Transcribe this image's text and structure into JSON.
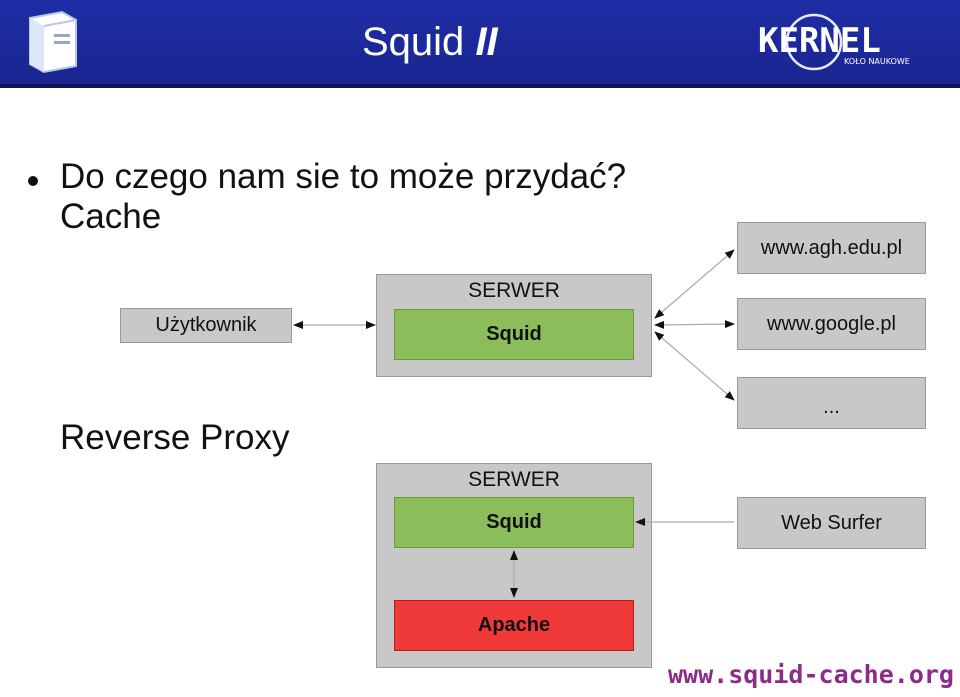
{
  "header": {
    "title_main": "Squid",
    "title_ital": "II",
    "logo_text": "KERNEL",
    "logo_sub": "KOŁO NAUKOWE"
  },
  "content": {
    "line1": "Do czego nam sie to może przydać?",
    "line2": "Cache",
    "reverse": "Reverse Proxy"
  },
  "diagram_cache": {
    "user": "Użytkownik",
    "server": "SERWER",
    "squid": "Squid",
    "site1": "www.agh.edu.pl",
    "site2": "www.google.pl",
    "site3": "..."
  },
  "diagram_reverse": {
    "server": "SERWER",
    "squid": "Squid",
    "apache": "Apache",
    "surfer": "Web Surfer"
  },
  "footer": {
    "url": "www.squid-cache.org"
  },
  "colors": {
    "header": "#1f2ea6",
    "box_gray": "#c8c8c8",
    "box_green": "#8bbd5b",
    "box_red": "#f03a3a",
    "footer_url": "#8e2a8a"
  }
}
